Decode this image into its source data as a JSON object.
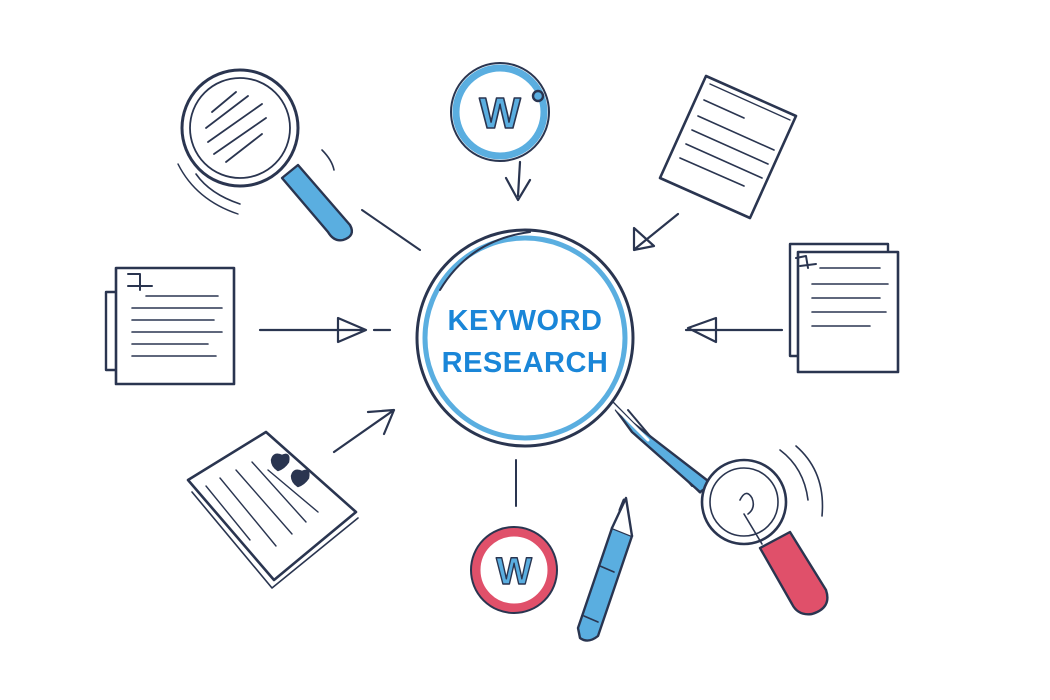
{
  "center": {
    "line1": "KEYWORD",
    "line2": "RESEARCH"
  },
  "badges": {
    "top_letter": "W",
    "bottom_letter": "W"
  },
  "colors": {
    "ink": "#2a3550",
    "blue": "#5aaee0",
    "blue_light": "#cfe6f5",
    "title_blue": "#1a86d8",
    "red": "#e0506a",
    "paper": "#ffffff"
  }
}
